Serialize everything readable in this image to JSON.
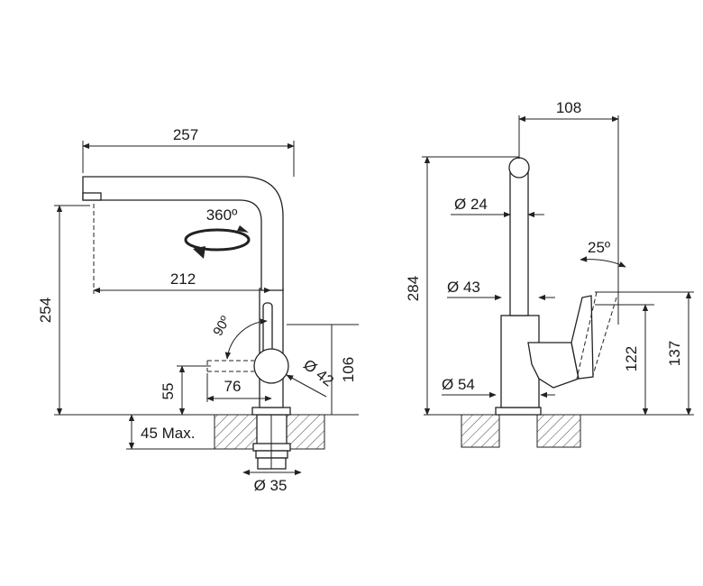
{
  "front_view": {
    "width_257": "257",
    "rotation_360": "360º",
    "reach_212": "212",
    "height_254": "254",
    "angle_90": "90º",
    "height_106": "106",
    "diameter_42": "Ø 42",
    "height_55": "55",
    "width_76": "76",
    "max_45": "45 Max.",
    "diameter_35": "Ø 35"
  },
  "side_view": {
    "width_108": "108",
    "diameter_24": "Ø 24",
    "angle_25": "25º",
    "height_284": "284",
    "diameter_43": "Ø 43",
    "height_122": "122",
    "height_137": "137",
    "diameter_54": "Ø 54"
  }
}
